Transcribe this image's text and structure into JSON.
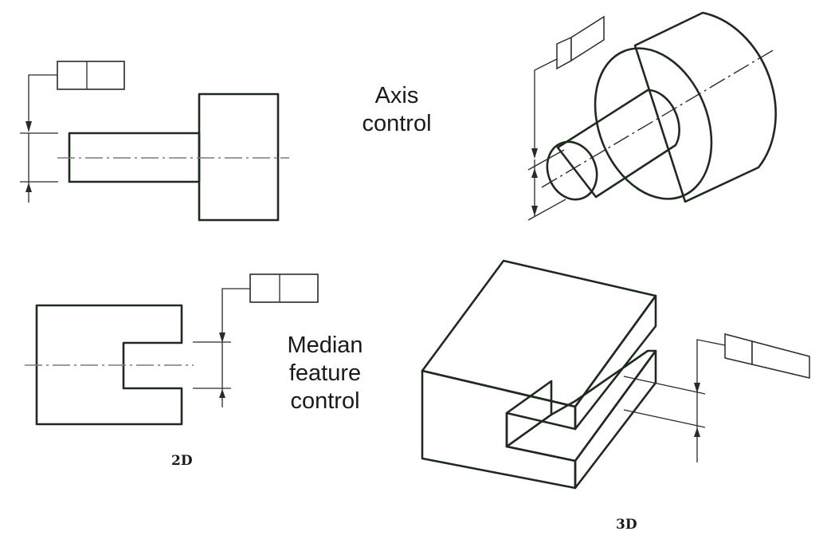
{
  "labels": {
    "axis_control": [
      "Axis",
      "control"
    ],
    "median_feature_control": [
      "Median",
      "feature",
      "control"
    ],
    "view_2d": "2D",
    "view_3d": "3D"
  },
  "colors": {
    "fill_2d": "#cce9c8",
    "cyl_face_light": "#a6e59a",
    "cyl_side_dark": "#88bf88",
    "cyl_shaft_side": "#92cf8c",
    "cyl_shaft_end": "#cfeccb",
    "block_top": "#8fdc8c",
    "block_front": "#8fb38d",
    "block_slot_face": "#c9ecc4",
    "outline": "#1f2a1f",
    "text": "#1a1a1a"
  }
}
